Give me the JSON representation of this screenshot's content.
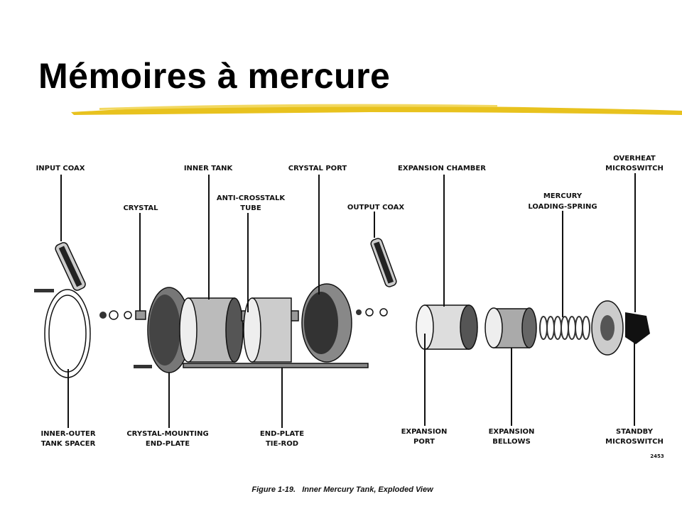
{
  "slide": {
    "title": "Mémoires à mercure",
    "accent_color": "#e8c21e"
  },
  "figure": {
    "caption": "Figure 1-19.   Inner Mercury Tank, Exploded View",
    "number": "2453",
    "labels": {
      "input_coax": [
        "INPUT COAX"
      ],
      "inner_tank": [
        "INNER TANK"
      ],
      "crystal_port": [
        "CRYSTAL PORT"
      ],
      "expansion_chamber": [
        "EXPANSION CHAMBER"
      ],
      "overheat_microswitch": [
        "OVERHEAT",
        "MICROSWITCH"
      ],
      "crystal": [
        "CRYSTAL"
      ],
      "anti_crosstalk_tube": [
        "ANTI-CROSSTALK",
        "TUBE"
      ],
      "output_coax": [
        "OUTPUT COAX"
      ],
      "mercury_loading_spring": [
        "MERCURY",
        "LOADING-SPRING"
      ],
      "inner_outer_tank_spacer": [
        "INNER-OUTER",
        "TANK SPACER"
      ],
      "crystal_mounting_end_plate": [
        "CRYSTAL-MOUNTING",
        "END-PLATE"
      ],
      "end_plate_tie_rod": [
        "END-PLATE",
        "TIE-ROD"
      ],
      "expansion_port": [
        "EXPANSION",
        "PORT"
      ],
      "expansion_bellows": [
        "EXPANSION",
        "BELLOWS"
      ],
      "standby_microswitch": [
        "STANDBY",
        "MICROSWITCH"
      ]
    }
  }
}
